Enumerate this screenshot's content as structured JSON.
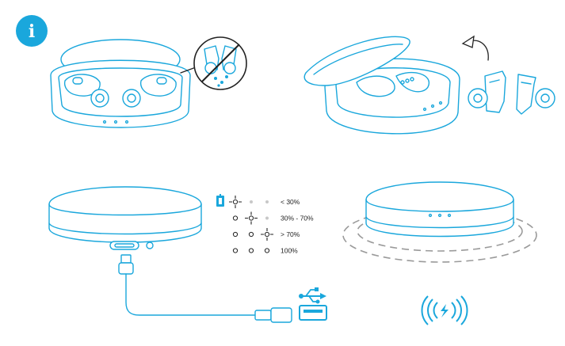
{
  "info_badge": {
    "glyph": "i",
    "color": "#1aa7dc"
  },
  "colors": {
    "line": "#1aa7dc",
    "text": "#222222",
    "wave": "#9a9a9a"
  },
  "icons": [
    "info-icon",
    "no-water-icon",
    "rotate-arrow-icon",
    "battery-icon",
    "led-blink-icon",
    "usb-symbol-icon",
    "usb-port-icon",
    "wireless-charging-icon"
  ],
  "battery_legend": [
    {
      "label": "< 30%",
      "blinking_led": 1
    },
    {
      "label": "30% - 70%",
      "blinking_led": 2
    },
    {
      "label": "> 70%",
      "blinking_led": 3
    },
    {
      "label": "100%",
      "blinking_led": 0
    }
  ]
}
